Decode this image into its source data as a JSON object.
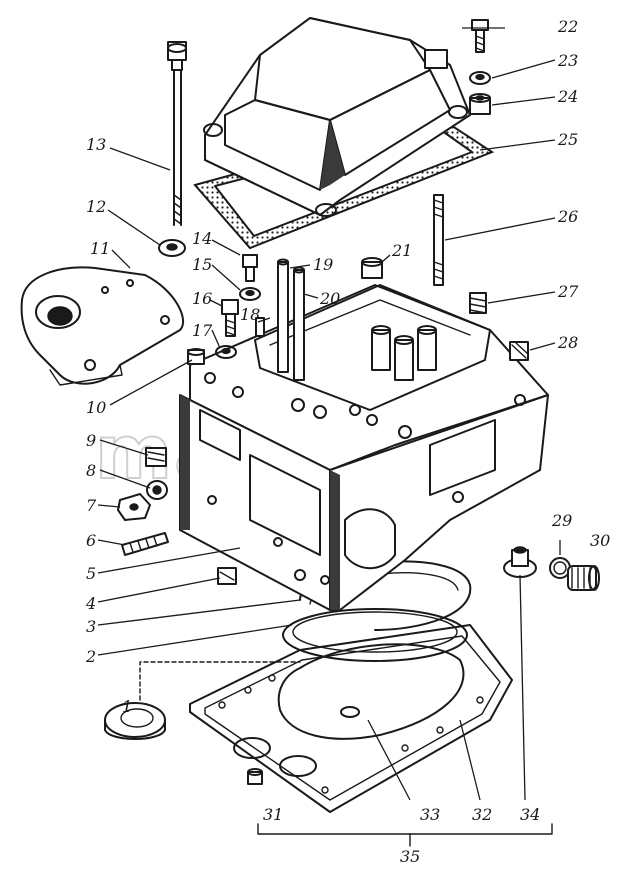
{
  "watermark": "mazik.by",
  "part_labels": [
    {
      "id": "1",
      "text": "1"
    },
    {
      "id": "2",
      "text": "2"
    },
    {
      "id": "3",
      "text": "3"
    },
    {
      "id": "4",
      "text": "4"
    },
    {
      "id": "5",
      "text": "5"
    },
    {
      "id": "6",
      "text": "6"
    },
    {
      "id": "7",
      "text": "7"
    },
    {
      "id": "8",
      "text": "8"
    },
    {
      "id": "9",
      "text": "9"
    },
    {
      "id": "10",
      "text": "10"
    },
    {
      "id": "11",
      "text": "11"
    },
    {
      "id": "12",
      "text": "12"
    },
    {
      "id": "13",
      "text": "13"
    },
    {
      "id": "14",
      "text": "14"
    },
    {
      "id": "15",
      "text": "15"
    },
    {
      "id": "16",
      "text": "16"
    },
    {
      "id": "17",
      "text": "17"
    },
    {
      "id": "18",
      "text": "18"
    },
    {
      "id": "19",
      "text": "19"
    },
    {
      "id": "20",
      "text": "20"
    },
    {
      "id": "21",
      "text": "21"
    },
    {
      "id": "22",
      "text": "22"
    },
    {
      "id": "23",
      "text": "23"
    },
    {
      "id": "24",
      "text": "24"
    },
    {
      "id": "25",
      "text": "25"
    },
    {
      "id": "26",
      "text": "26"
    },
    {
      "id": "27",
      "text": "27"
    },
    {
      "id": "28",
      "text": "28"
    },
    {
      "id": "29",
      "text": "29"
    },
    {
      "id": "30",
      "text": "30"
    },
    {
      "id": "31",
      "text": "31"
    },
    {
      "id": "32",
      "text": "32"
    },
    {
      "id": "33",
      "text": "33"
    },
    {
      "id": "34",
      "text": "34"
    },
    {
      "id": "35",
      "text": "35"
    }
  ]
}
